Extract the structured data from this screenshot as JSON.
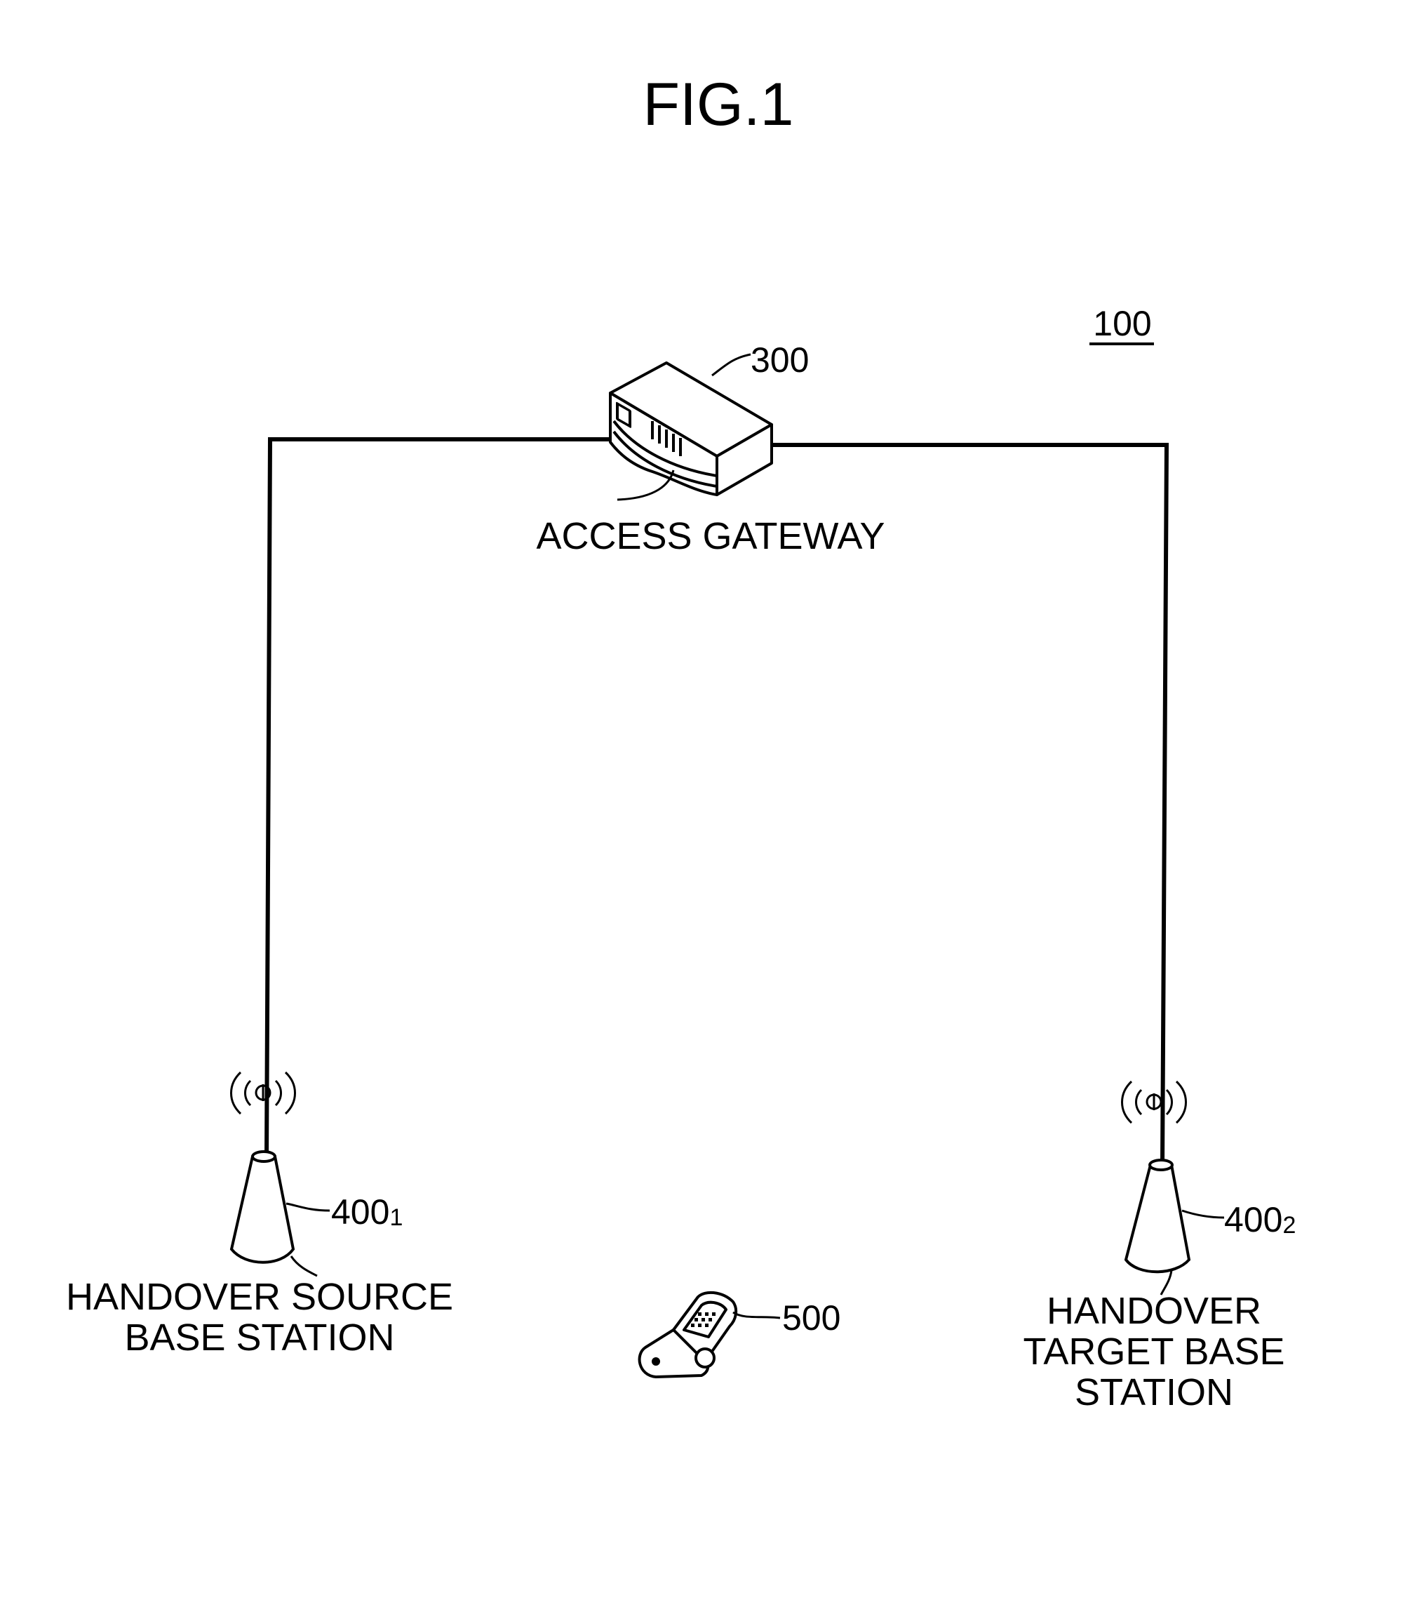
{
  "figure": {
    "title": "FIG.1"
  },
  "system": {
    "ref": "100"
  },
  "access_gateway": {
    "ref": "300",
    "label": "ACCESS GATEWAY"
  },
  "source_base_station": {
    "ref_main": "400",
    "ref_sub": "1",
    "label_lines": [
      "HANDOVER SOURCE",
      "BASE STATION"
    ]
  },
  "target_base_station": {
    "ref_main": "400",
    "ref_sub": "2",
    "label_lines": [
      "HANDOVER",
      "TARGET BASE",
      "STATION"
    ]
  },
  "mobile_station": {
    "ref": "500"
  }
}
